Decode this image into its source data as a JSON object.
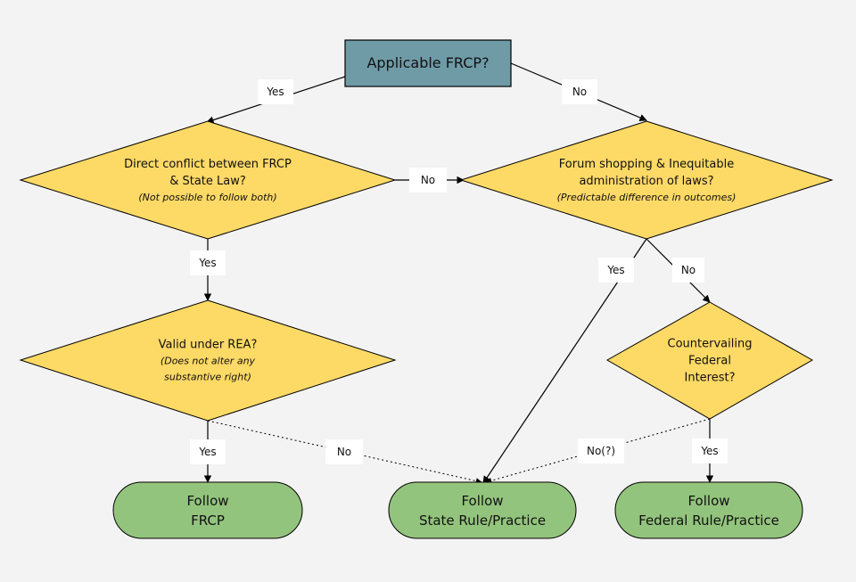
{
  "nodes": {
    "start": {
      "label": "Applicable FRCP?"
    },
    "conflict": {
      "line1": "Direct conflict between FRCP",
      "line2": "& State Law?",
      "note": "(Not possible to follow both)"
    },
    "forum": {
      "line1": "Forum shopping & Inequitable",
      "line2": "administration of laws?",
      "note": "(Predictable difference in outcomes)"
    },
    "rea": {
      "line1": "Valid under REA?",
      "note1": "(Does not alter any",
      "note2": "substantive right)"
    },
    "countervailing": {
      "line1": "Countervailing",
      "line2": "Federal",
      "line3": "Interest?"
    },
    "frcp": {
      "line1": "Follow",
      "line2": "FRCP"
    },
    "state": {
      "line1": "Follow",
      "line2": "State Rule/Practice"
    },
    "federal": {
      "line1": "Follow",
      "line2": "Federal Rule/Practice"
    }
  },
  "edges": {
    "start_yes": "Yes",
    "start_no": "No",
    "conflict_no": "No",
    "conflict_yes": "Yes",
    "forum_yes": "Yes",
    "forum_no": "No",
    "rea_yes": "Yes",
    "rea_no": "No",
    "countervailing_no": "No(?)",
    "countervailing_yes": "Yes"
  },
  "colors": {
    "background": "#f3f3f3",
    "start_fill": "#6f9ba7",
    "decision_fill": "#fdd966",
    "terminal_fill": "#93c47d"
  }
}
